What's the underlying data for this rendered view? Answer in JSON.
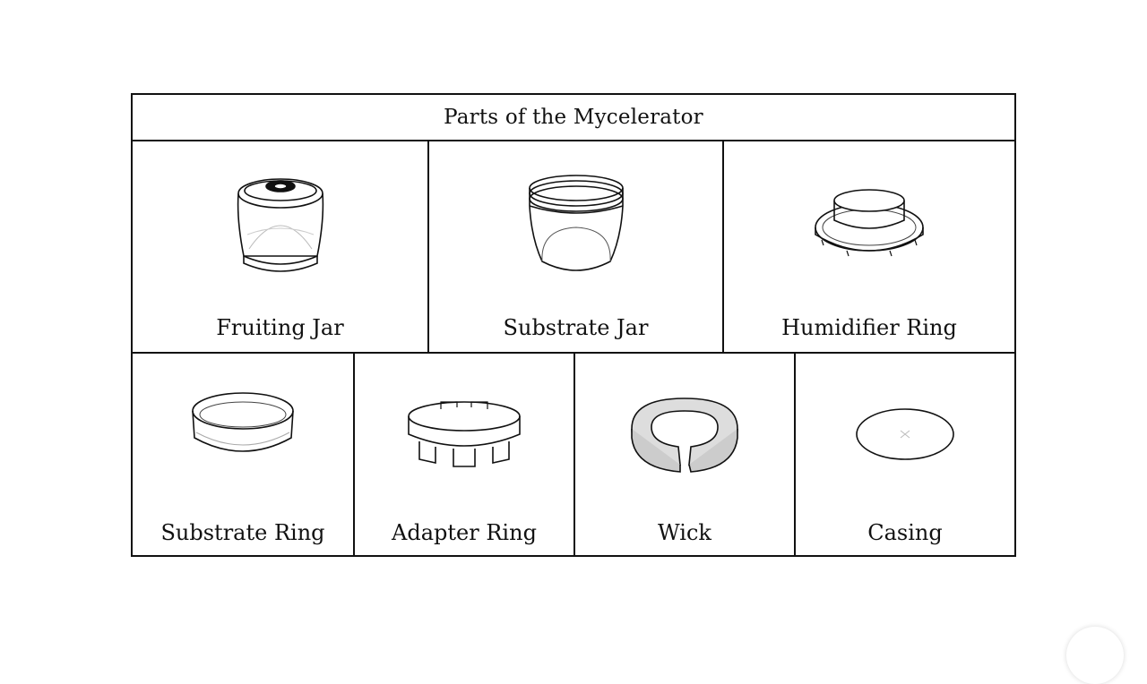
{
  "title": "Parts of the Mycelerator",
  "parts": [
    {
      "label": "Fruiting Jar",
      "icon": "fruiting-jar-icon"
    },
    {
      "label": "Substrate Jar",
      "icon": "substrate-jar-icon"
    },
    {
      "label": "Humidifier Ring",
      "icon": "humidifier-ring-icon"
    },
    {
      "label": "Substrate Ring",
      "icon": "substrate-ring-icon"
    },
    {
      "label": "Adapter Ring",
      "icon": "adapter-ring-icon"
    },
    {
      "label": "Wick",
      "icon": "wick-icon"
    },
    {
      "label": "Casing",
      "icon": "casing-icon"
    }
  ]
}
